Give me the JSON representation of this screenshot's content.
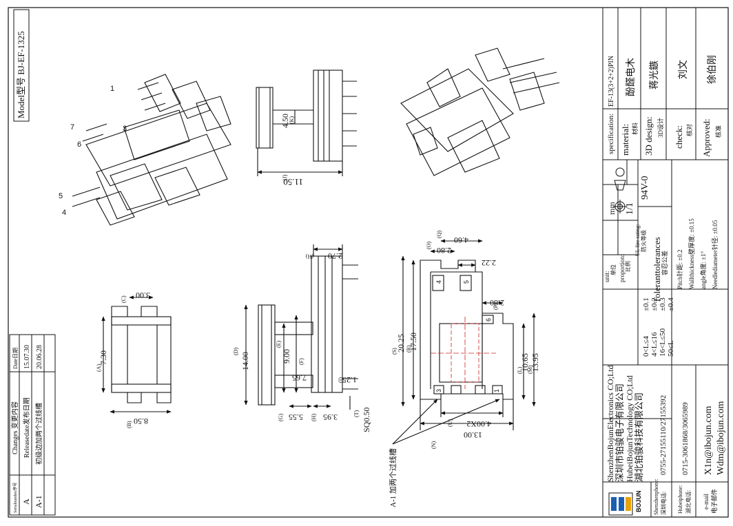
{
  "model": "Model型号 BJ-EF-1325",
  "callouts": [
    "1",
    "7",
    "6",
    "3",
    "5",
    "4"
  ],
  "top_view": {
    "dim_total": "11.50",
    "dim_total_ref": "(J)",
    "dim_inner": "4.50",
    "dim_inner_ref": "(K)"
  },
  "bottom_view": {
    "width": "8.50",
    "width_ref": "(B)",
    "height": "7.30",
    "height_ref": "(A)",
    "slot": "3.00",
    "slot_ref": "(C)"
  },
  "side_view": {
    "h_top": "2.70",
    "h_top_ref": "(H)",
    "total": "14.00",
    "total_ref": "(D)",
    "height": "9.00",
    "height_ref": "(E)",
    "mid": "7.65",
    "mid_ref": "(F)",
    "pin_h": "1.25",
    "pin_h_ref": "(I)",
    "left": "5.55",
    "left_ref": "(G)",
    "right": "3.95",
    "right_ref": "(H)",
    "pin_sq": "SQ0.50",
    "pin_sq_ref": "(T)"
  },
  "front_view": {
    "d4_60": "4.60",
    "d4_60_ref": "(Q)",
    "d2_80a": "2.80",
    "d2_80a_ref": "(O)",
    "d2_22": "2.22",
    "d2_80b": "2.80",
    "d2_80b_ref": "(P)",
    "d20_25": "20.25",
    "d20_25_ref": "(S)",
    "d17_50": "17.50",
    "d17_50_ref": "(R)",
    "d10_65": "10.65",
    "d10_65_ref": "(L)",
    "d13_95": "13.95",
    "d13_95_ref": "(M)",
    "pitch": "4.00X2",
    "pitch_ref": "(U)",
    "d13_00": "13.00",
    "d13_00_ref": "(N)",
    "pin_labels": [
      "4",
      "5",
      "6",
      "3",
      "1"
    ]
  },
  "note": "A-1 加两个过线槽",
  "changes_table": {
    "headers": [
      "Serialnumber序号",
      "Changes 变更内容",
      "Date日期"
    ],
    "rows": [
      [
        "A",
        "Releasedate发布日期",
        "15.07.30"
      ],
      [
        "A-1",
        "初级边加两个过线槽",
        "20.06.28"
      ]
    ]
  },
  "company": {
    "name_en": "ShenzhenBojunElectronics CO;Ltd",
    "name_cn": "深圳市铂骏电子有限公司",
    "name_en2": "HubeiBojunTechnology CO;Ltd",
    "name_cn2": "湖北铂骏科技有限公司",
    "logo_text": "BOJUN"
  },
  "contacts": [
    {
      "label": "Shenzhenphone:",
      "label_cn": "深圳电话:",
      "value": "0755-27155110/27155392"
    },
    {
      "label": "Hubeiphone:",
      "label_cn": "湖北电话:",
      "value": "0715-3061868/3065989"
    },
    {
      "label": "e-mail",
      "label_cn": "电子邮件",
      "value": "X1n@ibojun.com",
      "value2": "Wdm@ibojun.com"
    }
  ],
  "tolerance_ranges": {
    "title": "Toleranttolerances",
    "title_cn": "容忍公差",
    "rows": [
      [
        "0<L≤4",
        "±0.1"
      ],
      [
        "4<L≤16",
        "±0.2"
      ],
      [
        "16<L≤50",
        "±0.3"
      ],
      [
        "50≤L",
        "±0.4"
      ]
    ]
  },
  "tolerance_specs": [
    "Pitch针距: ±0.2",
    "Wallthickness壁厚度: ±0.15",
    "angle角度: ±1°",
    "Needlediameter针径: ±0.05"
  ],
  "unit_block": {
    "unit_label": "unit:",
    "unit_cn": "单位",
    "unit_value": "mm",
    "proportion_label": "proportion:",
    "proportion_cn": "比例",
    "proportion_value": "1/1",
    "ul_label": "UL fire rating:",
    "ul_cn": "防火等级",
    "ul_value": "94V-0"
  },
  "title_block": [
    {
      "label": "specification:",
      "label_cn": "规格",
      "value": "EF-13(3+2+2)PIN"
    },
    {
      "label": "material:",
      "label_cn": "材料",
      "value": "酚醛电木"
    },
    {
      "label": "3D design:",
      "label_cn": "3D设计",
      "value": "蒋光鏃"
    },
    {
      "label": "check:",
      "label_cn": "核对",
      "value": "刘文"
    },
    {
      "label": "Approved:",
      "label_cn": "核准",
      "value": "徐伯刚"
    }
  ]
}
